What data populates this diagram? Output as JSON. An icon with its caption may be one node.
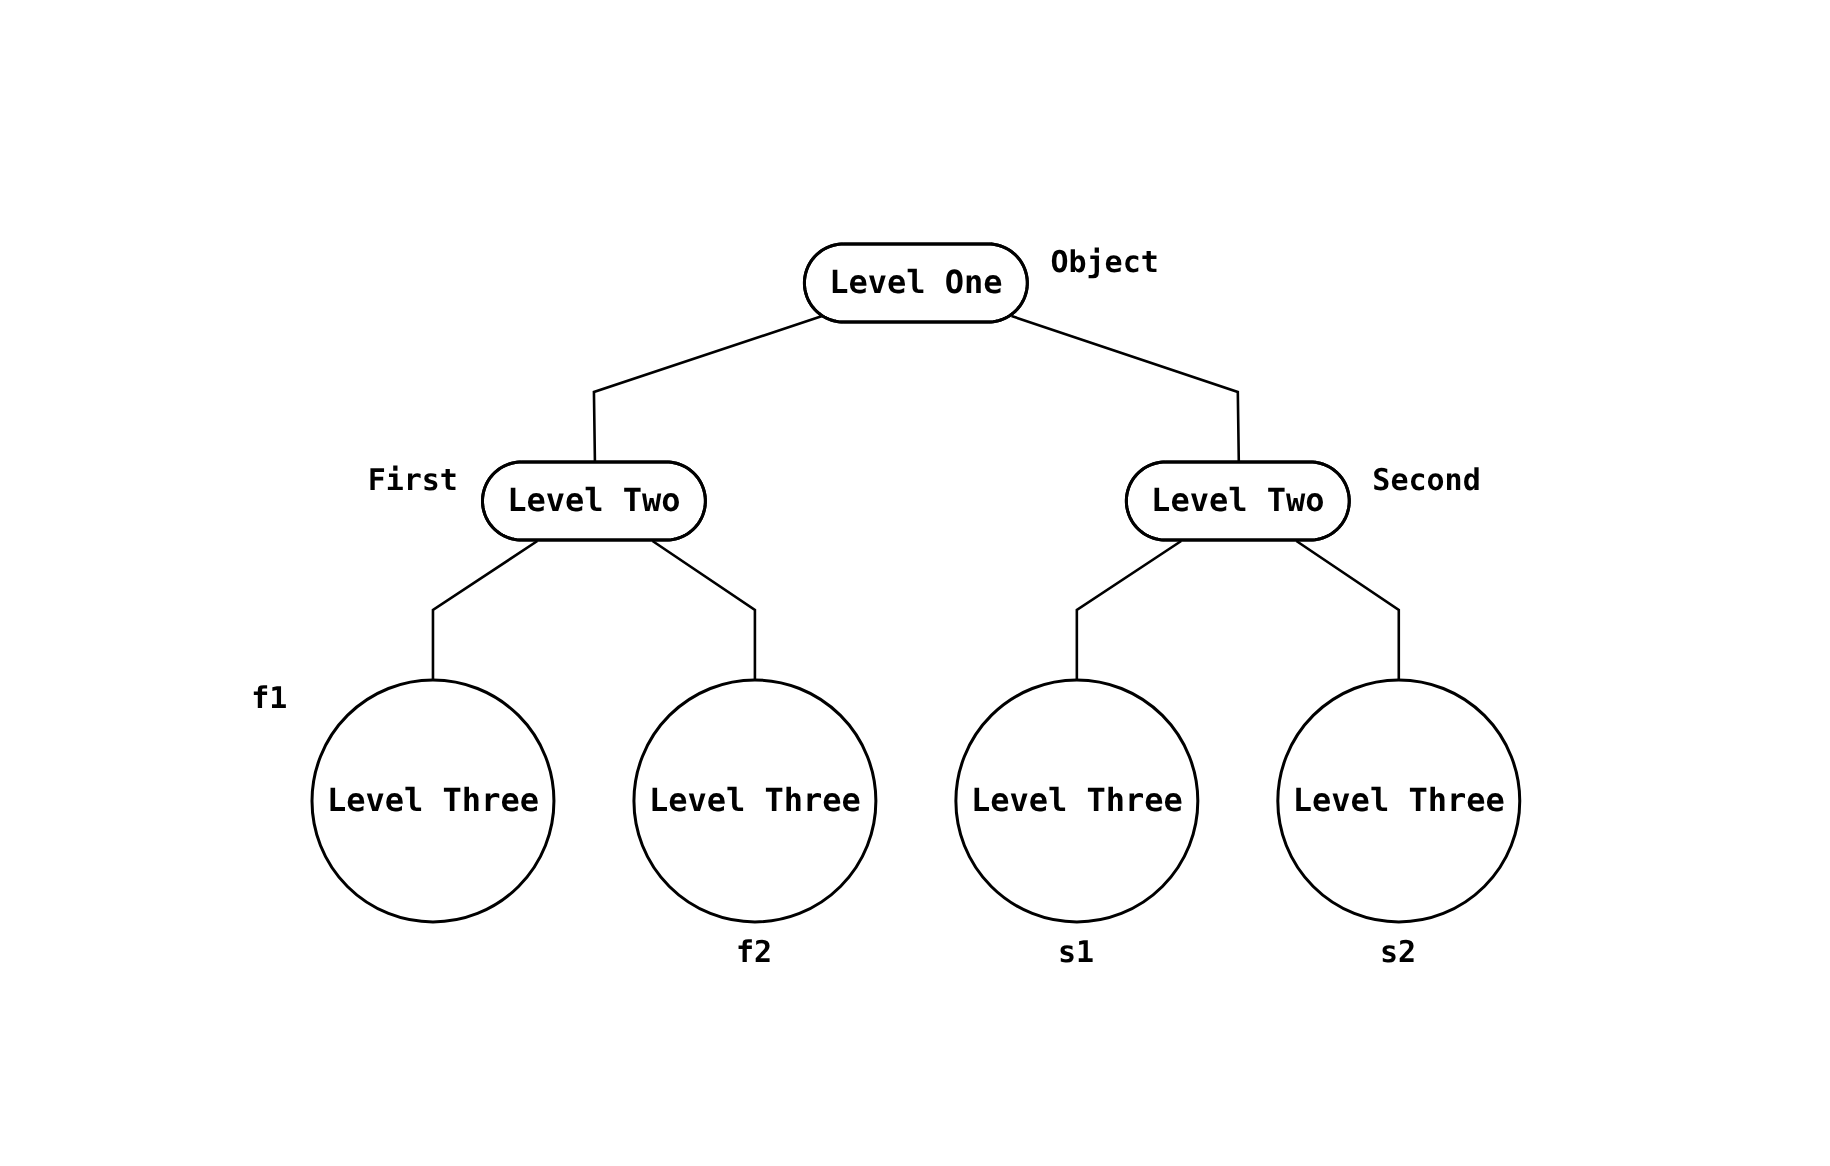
{
  "diagram": {
    "nodes": [
      {
        "text": [
          "Level One"
        ],
        "beside": [
          "Object"
        ]
      },
      {
        "text": [
          "Level Two"
        ],
        "beside": [
          "First"
        ]
      },
      {
        "text": [
          "Level Two"
        ],
        "beside": [
          "Second"
        ]
      },
      {
        "text": [
          "Level Three"
        ],
        "beside": [
          "f1"
        ]
      },
      {
        "text": [
          "Level Three"
        ],
        "beside": [
          "f2"
        ]
      },
      {
        "text": [
          "Level Three"
        ],
        "beside": [
          "s1"
        ]
      },
      {
        "text": [
          "Level Three"
        ],
        "beside": [
          "s2"
        ]
      }
    ],
    "edges": [
      {
        "from": 0,
        "to": 1,
        "arrow": "none"
      },
      {
        "from": 0,
        "to": 2,
        "arrow": "none"
      },
      {
        "from": 1,
        "to": 3,
        "arrow": "none"
      },
      {
        "from": 1,
        "to": 4,
        "arrow": "none"
      },
      {
        "from": 2,
        "to": 5,
        "arrow": "none"
      },
      {
        "from": 2,
        "to": 6,
        "arrow": "none"
      }
    ]
  }
}
